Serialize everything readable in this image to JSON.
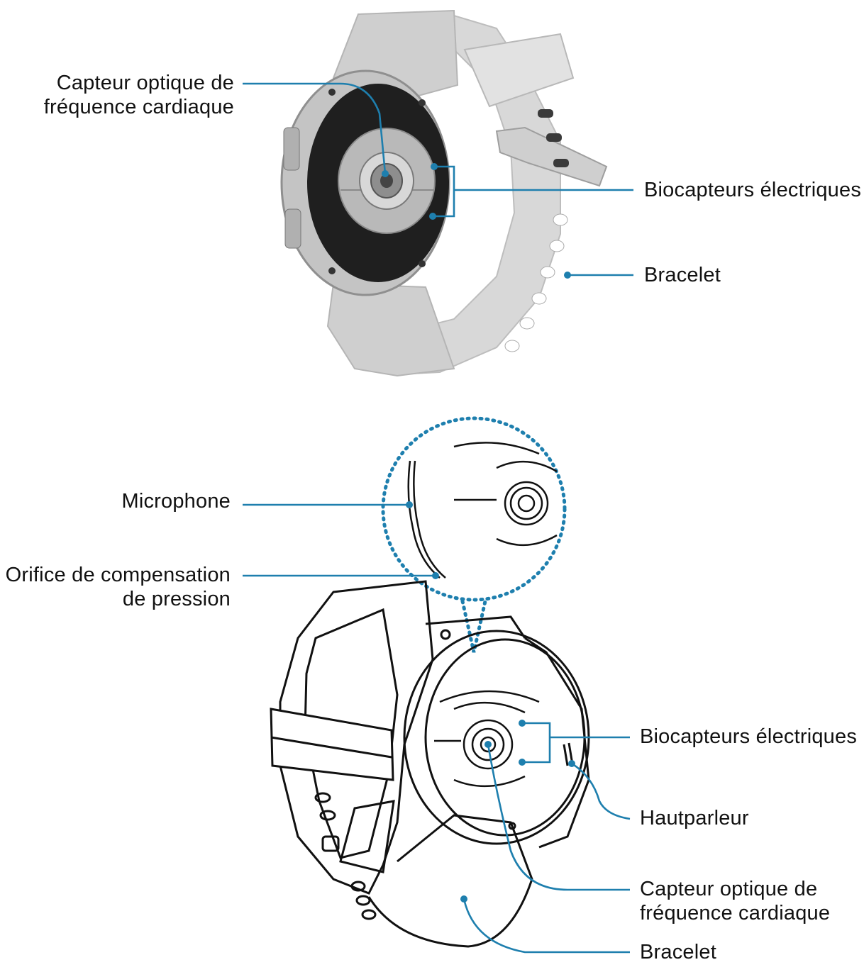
{
  "colors": {
    "callout": "#1e7fae",
    "strap_light": "#dcdcdc",
    "strap_mid": "#c8c8c8",
    "watch_back": "#1f1f1f",
    "sensor_silver": "#b9b9b9",
    "line_art": "#111111"
  },
  "top_figure": {
    "labels": {
      "optical_sensor": [
        "Capteur optique de",
        "fréquence cardiaque"
      ],
      "bio_sensors": "Biocapteurs électriques",
      "strap": "Bracelet"
    }
  },
  "bottom_figure": {
    "labels": {
      "microphone": "Microphone",
      "pressure_vent": [
        "Orifice de compensation",
        "de pression"
      ],
      "bio_sensors": "Biocapteurs électriques",
      "speaker": "Hautparleur",
      "optical_sensor": [
        "Capteur optique de",
        "fréquence cardiaque"
      ],
      "strap": "Bracelet"
    }
  }
}
